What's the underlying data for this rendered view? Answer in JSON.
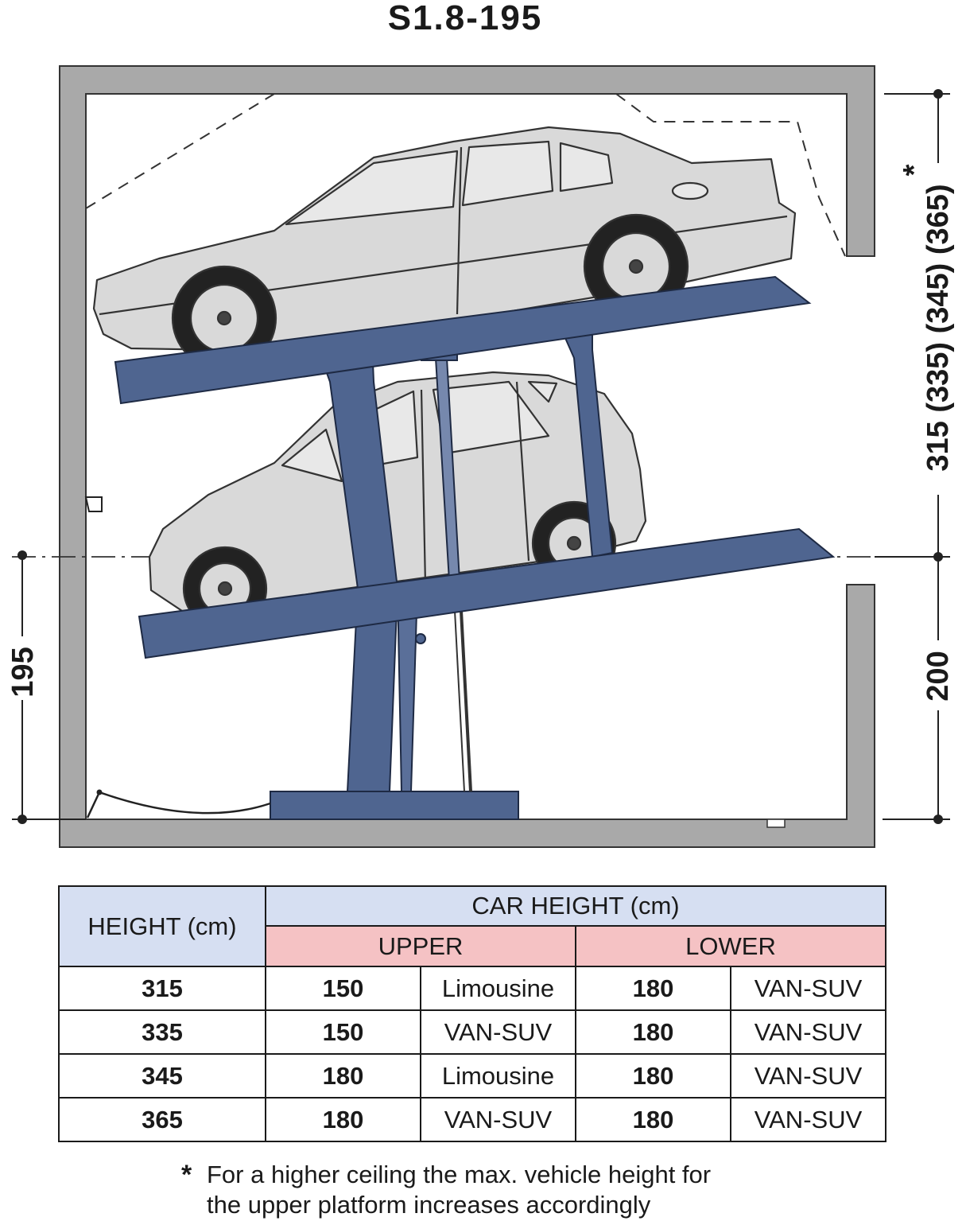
{
  "title": "S1.8-195",
  "dimensions": {
    "left_height": "195",
    "right_lower": "200",
    "right_upper": "315 (335) (345) (365)",
    "asterisk": "*"
  },
  "table": {
    "header_height": "HEIGHT (cm)",
    "header_car_height": "CAR HEIGHT (cm)",
    "header_upper": "UPPER",
    "header_lower": "LOWER",
    "rows": [
      {
        "height": "315",
        "upper_value": "150",
        "upper_type": "Limousine",
        "lower_value": "180",
        "lower_type": "VAN-SUV"
      },
      {
        "height": "335",
        "upper_value": "150",
        "upper_type": "VAN-SUV",
        "lower_value": "180",
        "lower_type": "VAN-SUV"
      },
      {
        "height": "345",
        "upper_value": "180",
        "upper_type": "Limousine",
        "lower_value": "180",
        "lower_type": "VAN-SUV"
      },
      {
        "height": "365",
        "upper_value": "180",
        "upper_type": "VAN-SUV",
        "lower_value": "180",
        "lower_type": "VAN-SUV"
      }
    ]
  },
  "footnote": {
    "star": "*",
    "line1": "For a higher ceiling the max. vehicle height for",
    "line2": "the upper platform increases accordingly"
  },
  "colors": {
    "wall": "#a9a9a9",
    "platform": "#4f6590",
    "car": "#d9d9d9",
    "header_blue": "#d6dff2",
    "header_pink": "#f5c2c4"
  }
}
